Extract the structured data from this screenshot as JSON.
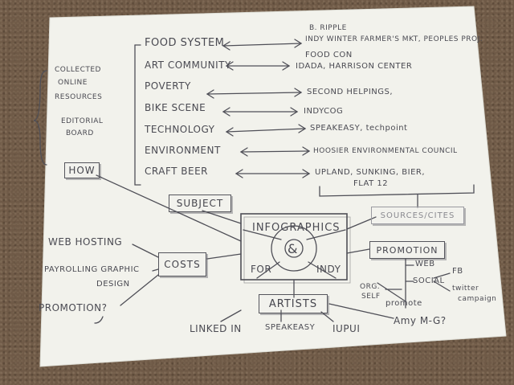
{
  "sketch": {
    "subjects": [
      {
        "label": "FOOD SYSTEM",
        "target": "INDY WINTER FARMER'S MKT, PEOPLES PROJ."
      },
      {
        "label": "ART COMMUNITY",
        "target": "IDADA, HARRISON CENTER"
      },
      {
        "label": "POVERTY",
        "target": "SECOND HELPINGS,"
      },
      {
        "label": "BIKE SCENE",
        "target": "INDYCOG"
      },
      {
        "label": "TECHNOLOGY",
        "target": "SPEAKEASY, techpoint"
      },
      {
        "label": "ENVIRONMENT",
        "target": "HOOSIER ENVIRONMENTAL COUNCIL"
      },
      {
        "label": "CRAFT BEER",
        "target": "UPLAND, SUNKING, BIER,"
      }
    ],
    "food_extra_1": "B. RIPPLE",
    "food_extra_2": "FOOD CON",
    "beer_extra": "FLAT 12",
    "left_notes": {
      "collected": "COLLECTED",
      "online": "ONLINE",
      "resources": "RESOURCES",
      "editorial": "EDITORIAL",
      "board": "BOARD"
    },
    "how": "HOW",
    "subject": "SUBJECT",
    "center": {
      "title": "INFOGRAPHICS",
      "for": "FOR",
      "indy": "INDY",
      "symbol": "&"
    },
    "sources": "SOURCES/CITES",
    "promotion_box": "PROMOTION",
    "promotion_items": {
      "web": "WEB",
      "social": "SOCIAL",
      "fb": "FB",
      "twitter": "twitter",
      "campaign": "campaign",
      "org": "ORG.",
      "self": "SELF",
      "promote": "promote"
    },
    "costs": "COSTS",
    "costs_items": {
      "web_hosting": "WEB HOSTING",
      "payrolling": "PAYROLLING GRAPHIC",
      "design": "DESIGN",
      "promotion_q": "PROMOTION?"
    },
    "artists": "ARTISTS",
    "artists_items": {
      "linkedin": "LINKED IN",
      "speakeasy": "SPEAKEASY",
      "iupui": "IUPUI",
      "amy": "Amy M-G?"
    }
  },
  "colors": {
    "paper": "#f2f2ec",
    "pencil": "#4a4a52",
    "carpet": "#6f5a47"
  }
}
